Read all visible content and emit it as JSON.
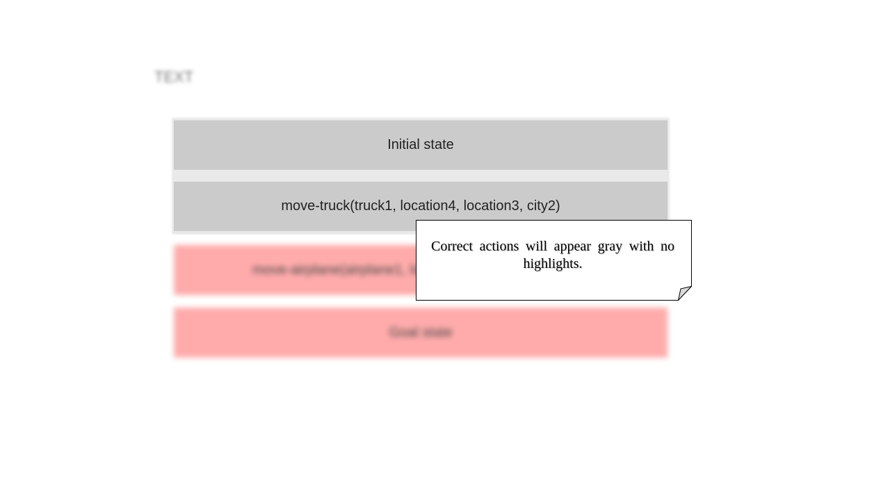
{
  "header": {
    "blurred_label": "TEXT"
  },
  "plan": {
    "steps": [
      {
        "label": "Initial state",
        "status": "correct",
        "color": "#cbcbcb"
      },
      {
        "label": "move-truck(truck1, location4, location3, city2)",
        "status": "correct",
        "color": "#cbcbcb"
      },
      {
        "label": "move-airplane(airplane1, location3, location1)",
        "status": "error",
        "color": "#ffabab"
      },
      {
        "label": "Goal state",
        "status": "error",
        "color": "#ffabab"
      }
    ]
  },
  "callout": {
    "text": "Correct actions will appear gray with no highlights.",
    "icon": "folded-corner-note"
  }
}
